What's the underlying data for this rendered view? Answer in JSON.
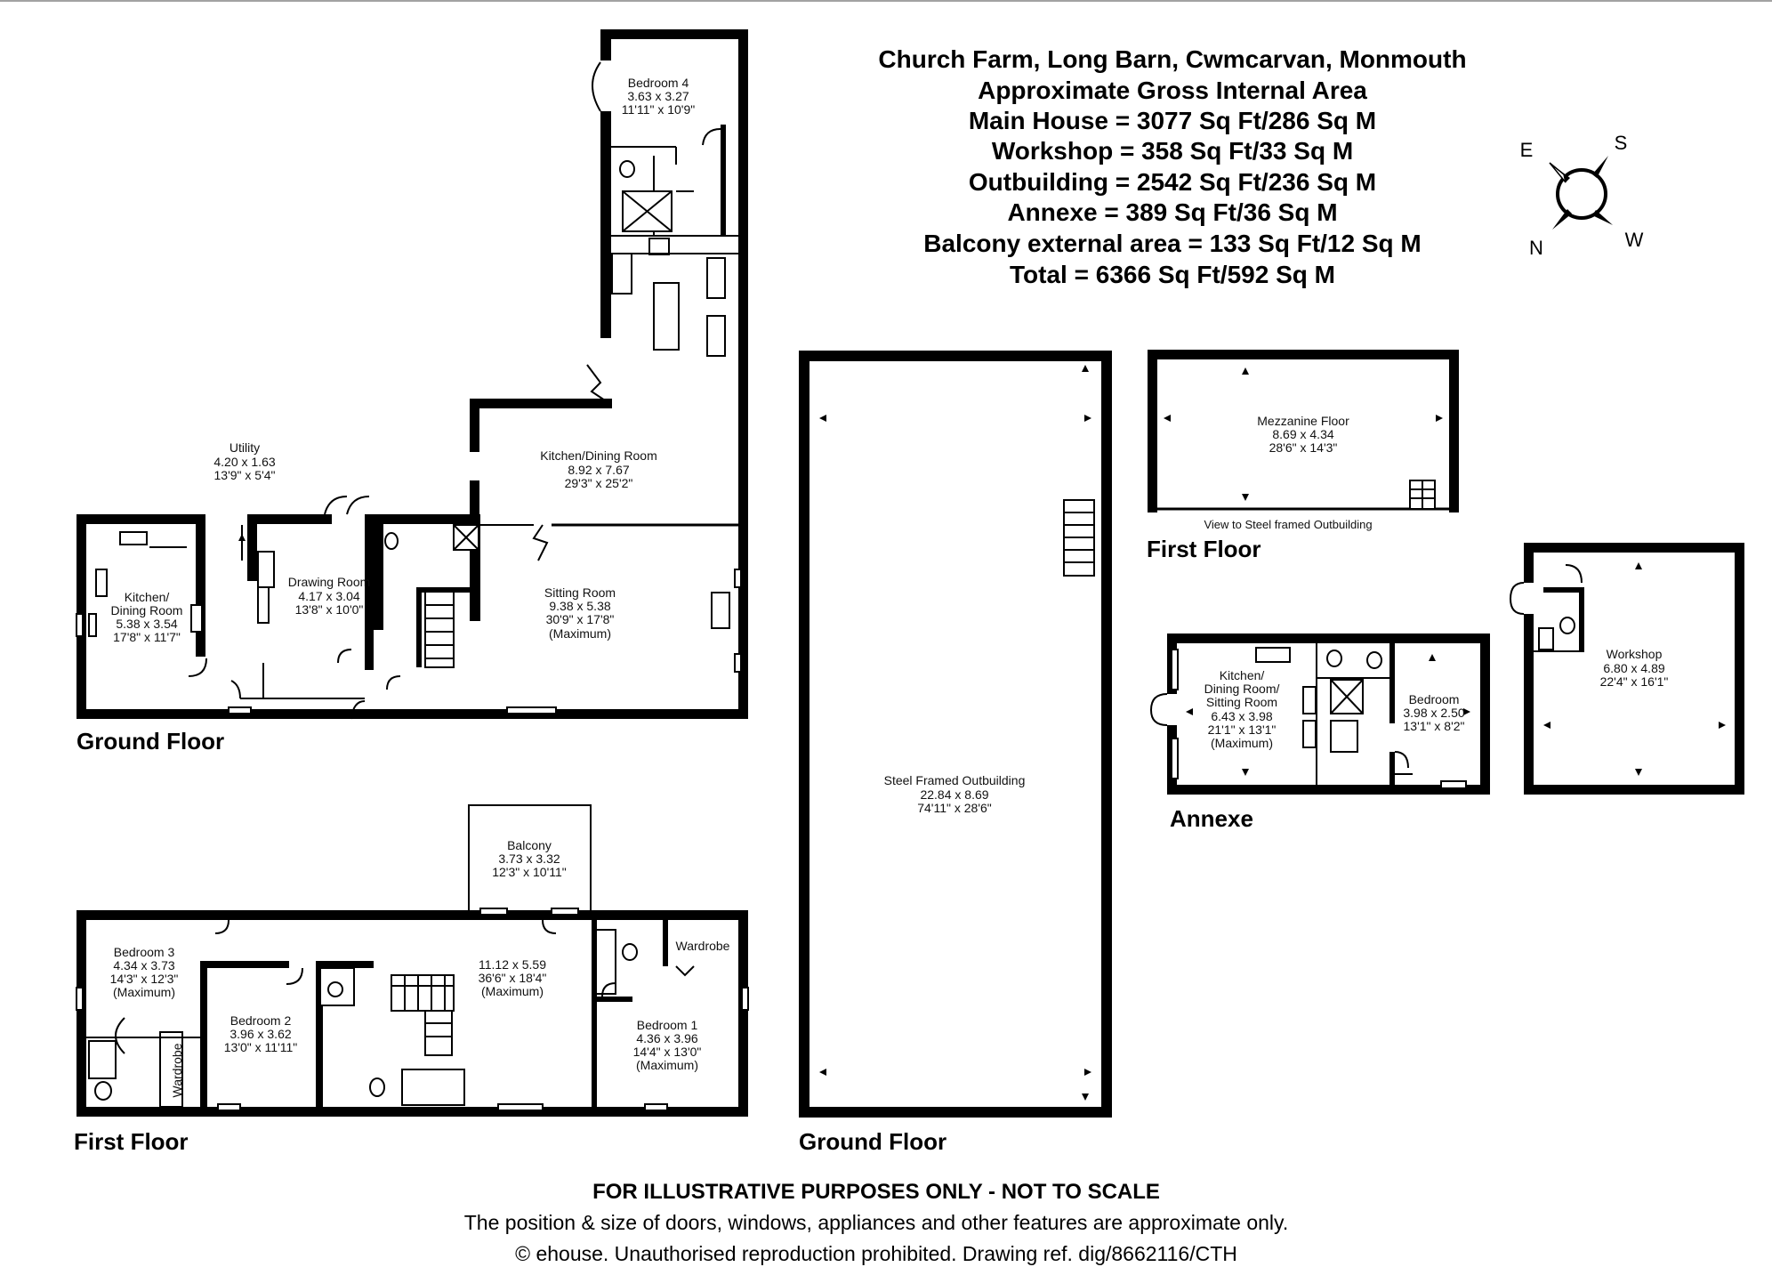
{
  "header": {
    "title": "Church Farm, Long Barn, Cwmcarvan, Monmouth",
    "subtitle": "Approximate Gross Internal Area",
    "areas": [
      "Main House = 3077 Sq Ft/286 Sq M",
      "Workshop = 358 Sq Ft/33 Sq M",
      "Outbuilding = 2542 Sq Ft/236 Sq M",
      "Annexe = 389 Sq Ft/36 Sq M",
      "Balcony external area = 133 Sq Ft/12 Sq M",
      "Total = 6366 Sq Ft/592 Sq M"
    ]
  },
  "compass": {
    "e": "E",
    "s": "S",
    "n": "N",
    "w": "W"
  },
  "sections": {
    "ground_floor_main": "Ground Floor",
    "first_floor_main": "First Floor",
    "ground_floor_outbuilding": "Ground Floor",
    "first_floor_outbuilding": "First Floor",
    "annexe": "Annexe"
  },
  "rooms": {
    "bedroom4": [
      "Bedroom 4",
      "3.63 x 3.27",
      "11'11\" x 10'9\""
    ],
    "kitchen_dining_main": [
      "Kitchen/Dining Room",
      "8.92 x 7.67",
      "29'3\" x 25'2\""
    ],
    "utility": [
      "Utility",
      "4.20 x 1.63",
      "13'9\" x 5'4\""
    ],
    "kitchen_dining_left": [
      "Kitchen/",
      "Dining Room",
      "5.38 x 3.54",
      "17'8\" x 11'7\""
    ],
    "drawing_room": [
      "Drawing Room",
      "4.17 x 3.04",
      "13'8\" x 10'0\""
    ],
    "sitting_room": [
      "Sitting Room",
      "9.38 x 5.38",
      "30'9\" x 17'8\"",
      "(Maximum)"
    ],
    "balcony": [
      "Balcony",
      "3.73 x 3.32",
      "12'3\" x 10'11\""
    ],
    "bedroom3": [
      "Bedroom 3",
      "4.34 x 3.73",
      "14'3\" x 12'3\"",
      "(Maximum)"
    ],
    "bedroom2": [
      "Bedroom 2",
      "3.96 x 3.62",
      "13'0\" x 11'11\""
    ],
    "landing": [
      "11.12 x 5.59",
      "36'6\" x 18'4\"",
      "(Maximum)"
    ],
    "wardrobe_right": "Wardrobe",
    "wardrobe_left": "Wardrobe",
    "bedroom1": [
      "Bedroom 1",
      "4.36 x 3.96",
      "14'4\" x 13'0\"",
      "(Maximum)"
    ],
    "outbuilding": [
      "Steel Framed Outbuilding",
      "22.84 x 8.69",
      "74'11\" x 28'6\""
    ],
    "mezzanine": [
      "Mezzanine Floor",
      "8.69 x 4.34",
      "28'6\" x 14'3\""
    ],
    "mezzanine_note": "View to Steel framed Outbuilding",
    "annexe_kitchen": [
      "Kitchen/",
      "Dining Room/",
      "Sitting Room",
      "6.43 x 3.98",
      "21'1\" x 13'1\"",
      "(Maximum)"
    ],
    "annexe_bedroom": [
      "Bedroom",
      "3.98 x 2.50",
      "13'1\" x 8'2\""
    ],
    "workshop": [
      "Workshop",
      "6.80 x 4.89",
      "22'4\" x 16'1\""
    ]
  },
  "footer": {
    "line1": "FOR ILLUSTRATIVE PURPOSES ONLY - NOT TO SCALE",
    "line2": "The position & size of doors, windows, appliances and other features are approximate only.",
    "line3": "© ehouse. Unauthorised reproduction prohibited. Drawing ref. dig/8662116/CTH"
  }
}
